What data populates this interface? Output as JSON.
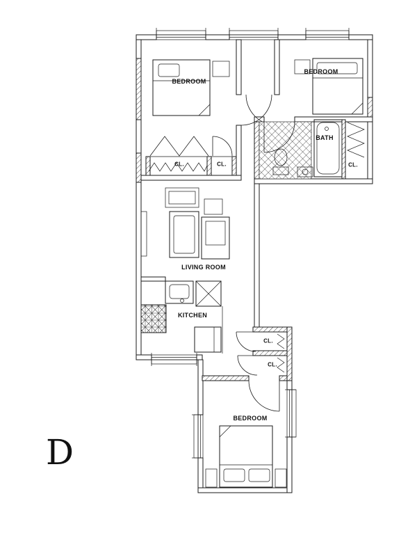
{
  "unit": {
    "letter": "D"
  },
  "labels": {
    "bedroom_top_left": "BEDROOM",
    "bedroom_top_right": "BEDROOM",
    "bedroom_bottom": "BEDROOM",
    "bath": "BATH",
    "living_room": "LIVING ROOM",
    "kitchen": "KITCHEN",
    "closet_bedroom_left": "CL.",
    "closet_bedroom_mid": "CL.",
    "closet_bath": "CL.",
    "closet_hall_upper": "CL.",
    "closet_hall_lower": "CL."
  },
  "colors": {
    "ink": "#1a1a1a",
    "paper": "#ffffff"
  }
}
